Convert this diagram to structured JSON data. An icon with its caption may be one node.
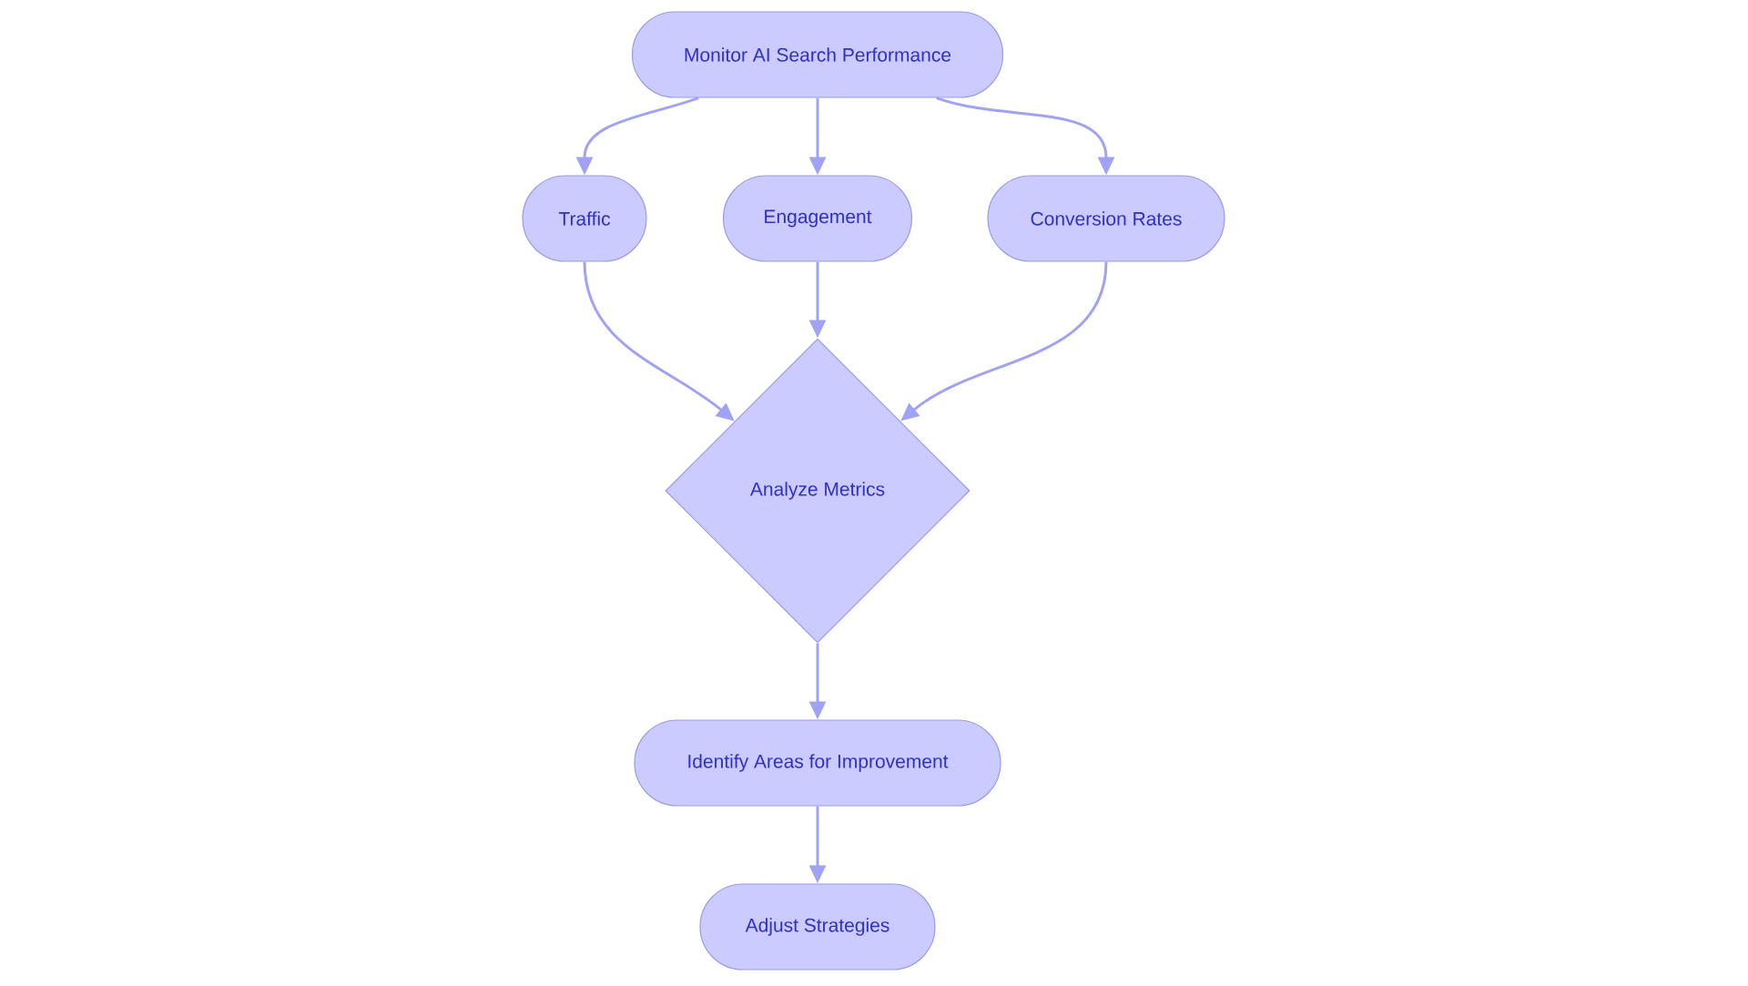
{
  "diagram": {
    "nodes": [
      {
        "text": [
          "Monitor AI Search Performance"
        ]
      },
      {
        "text": [
          "Traffic"
        ]
      },
      {
        "text": [
          "Engagement"
        ]
      },
      {
        "text": [
          "Conversion Rates"
        ]
      },
      {
        "text": [
          "Analyze Metrics"
        ]
      },
      {
        "text": [
          "Identify Areas for Improvement"
        ]
      },
      {
        "text": [
          "Adjust Strategies"
        ]
      }
    ],
    "edges": [
      {
        "from": 0,
        "to": 1,
        "arrow": "to"
      },
      {
        "from": 0,
        "to": 2,
        "arrow": "to"
      },
      {
        "from": 0,
        "to": 3,
        "arrow": "to"
      },
      {
        "from": 1,
        "to": 4,
        "arrow": "to"
      },
      {
        "from": 2,
        "to": 4,
        "arrow": "to"
      },
      {
        "from": 3,
        "to": 4,
        "arrow": "to"
      },
      {
        "from": 4,
        "to": 5,
        "arrow": "to"
      },
      {
        "from": 5,
        "to": 6,
        "arrow": "to"
      }
    ]
  }
}
